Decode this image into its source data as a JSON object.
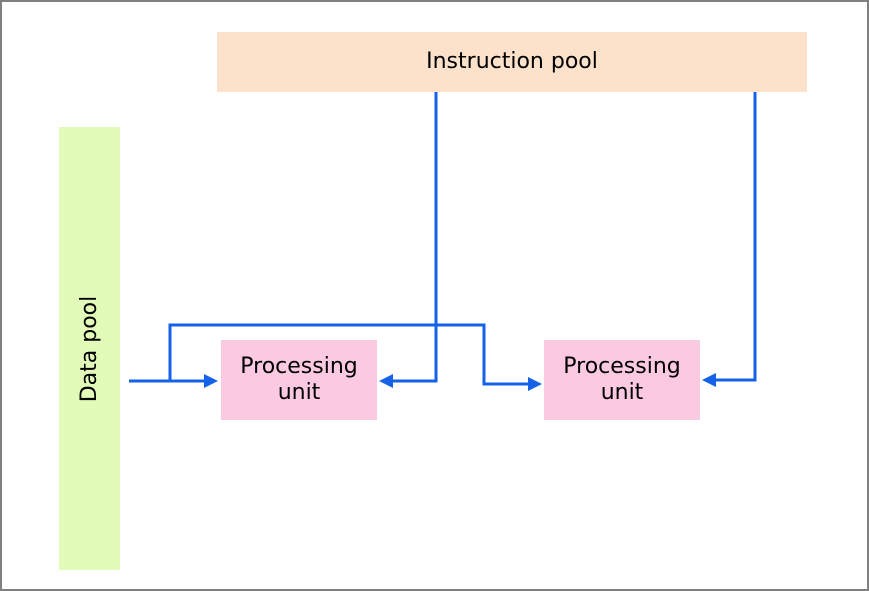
{
  "boxes": {
    "instruction_pool": {
      "label": "Instruction pool"
    },
    "data_pool": {
      "label": "Data pool"
    },
    "processing_unit_1": {
      "label": "Processing unit"
    },
    "processing_unit_2": {
      "label": "Processing unit"
    }
  },
  "colors": {
    "instruction_pool_bg": "#FCE2CA",
    "data_pool_bg": "#E2FBB8",
    "processing_unit_bg": "#FBCAE2",
    "arrow": "#1562E8",
    "text": "#000000",
    "frame_border": "#808080",
    "background": "#FFFFFF"
  }
}
